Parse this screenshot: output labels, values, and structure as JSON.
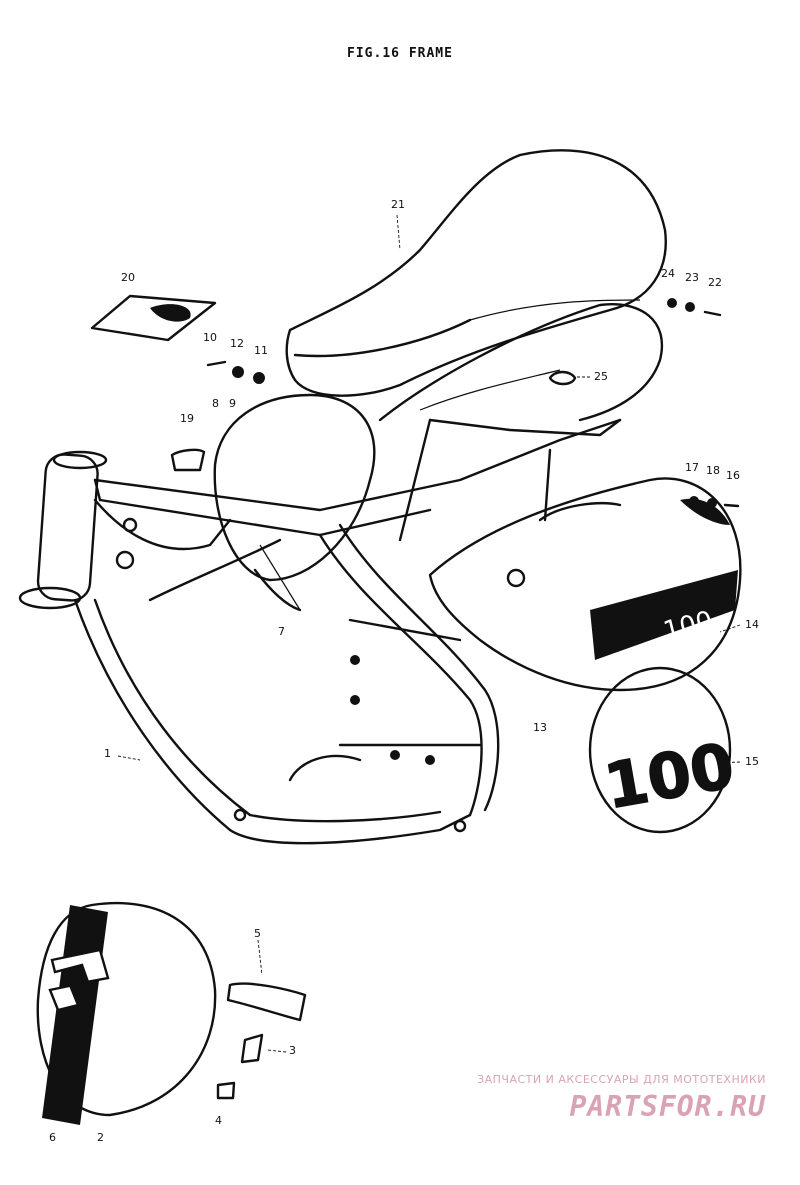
{
  "figure": {
    "title": "FIG.16  FRAME",
    "side_cover_text": "100",
    "emblem_text": "100"
  },
  "callouts": [
    "1",
    "2",
    "3",
    "4",
    "5",
    "6",
    "7",
    "8",
    "9",
    "10",
    "11",
    "12",
    "13",
    "14",
    "15",
    "16",
    "17",
    "18",
    "19",
    "20",
    "21",
    "22",
    "23",
    "24",
    "25"
  ],
  "watermark": {
    "line1": "ЗАПЧАСТИ И АКСЕССУАРЫ ДЛЯ МОТОТЕХНИКИ",
    "line2": "PARTSFOR.RU"
  }
}
